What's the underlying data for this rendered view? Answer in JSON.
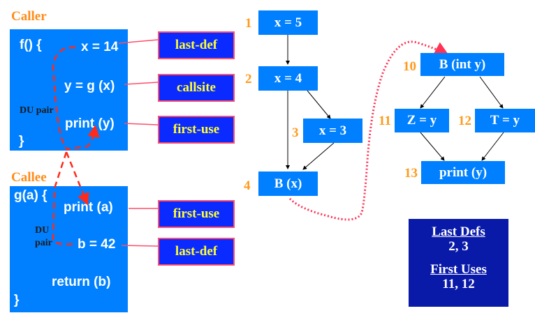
{
  "caller": {
    "title": "Caller",
    "lines": {
      "header": "f() {",
      "def": "x = 14",
      "call": "y = g (x)",
      "use": "print (y)",
      "close": "}"
    },
    "du_label": "DU pair"
  },
  "callee": {
    "title": "Callee",
    "lines": {
      "header": "g(a) {",
      "use": "print (a)",
      "def": "b = 42",
      "ret": "return (b)",
      "close": "}"
    },
    "du_label_1": "DU",
    "du_label_2": "pair"
  },
  "tags": {
    "caller_last_def": "last-def",
    "caller_callsite": "callsite",
    "caller_first_use": "first-use",
    "callee_first_use": "first-use",
    "callee_last_def": "last-def"
  },
  "cfg_caller": {
    "nodes": [
      {
        "id": "1",
        "label": "x = 5"
      },
      {
        "id": "2",
        "label": "x = 4"
      },
      {
        "id": "3",
        "label": "x = 3"
      },
      {
        "id": "4",
        "label": "B (x)"
      }
    ]
  },
  "cfg_callee": {
    "nodes": [
      {
        "id": "10",
        "label": "B (int y)"
      },
      {
        "id": "11",
        "label": "Z = y"
      },
      {
        "id": "12",
        "label": "T = y"
      },
      {
        "id": "13",
        "label": "print (y)"
      }
    ]
  },
  "summary": {
    "last_defs_title": "Last Defs",
    "last_defs_value": "2, 3",
    "first_uses_title": "First Uses",
    "first_uses_value": "11, 12"
  },
  "colors": {
    "code_box": "#0080ff",
    "tag_box": "#0a2aff",
    "tag_border": "#ff4d6a",
    "tag_text": "#ffff33",
    "node_number": "#ff9a1a",
    "summary_box": "#0a1aa8",
    "du_arrow": "#ff2a1a",
    "interproc_arrow": "#ff3355"
  }
}
